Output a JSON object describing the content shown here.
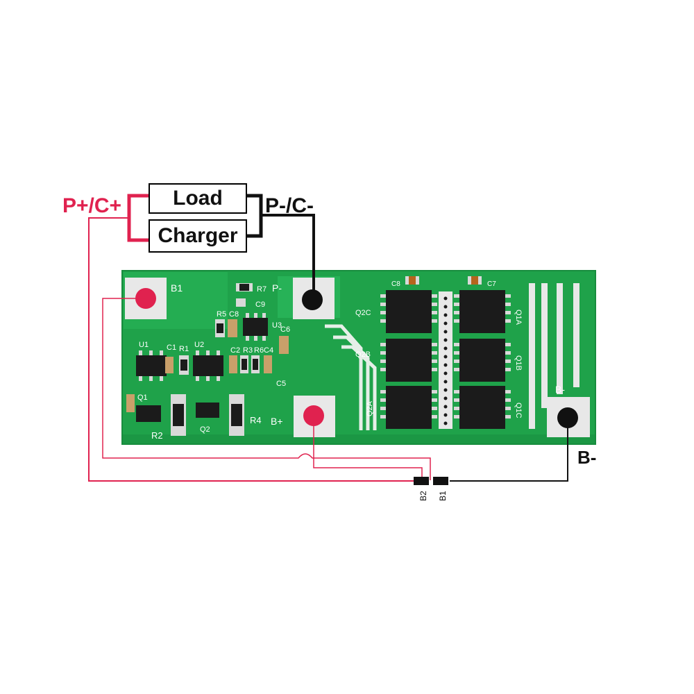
{
  "labels": {
    "p_plus": "P+/C+",
    "p_minus": "P-/C-",
    "b_minus_ext": "B-",
    "load": "Load",
    "charger": "Charger"
  },
  "board": {
    "pads": {
      "b1": "B1",
      "p_minus": "P-",
      "b_plus": "B+",
      "b_minus": "B-"
    },
    "components": [
      "U1",
      "Q1",
      "R1",
      "U2",
      "R2",
      "Q2",
      "R4",
      "R5",
      "C8",
      "C9",
      "R7",
      "U3",
      "C6",
      "C2",
      "R3",
      "R6",
      "C5",
      "C1",
      "C4"
    ],
    "mosfets": [
      "Q2C",
      "Q2B",
      "Q2A",
      "Q1A",
      "Q1B",
      "Q1C"
    ],
    "caps_right": [
      "C8",
      "C7"
    ]
  },
  "connectors": {
    "b2": "B2",
    "b1": "B1"
  },
  "colors": {
    "positive_wire": "#e0224f",
    "negative_wire": "#111111",
    "pcb": "#1fa24a",
    "pcb_edge": "#188c3e",
    "pad": "#e8e8e8",
    "chip": "#1b1b1b"
  }
}
